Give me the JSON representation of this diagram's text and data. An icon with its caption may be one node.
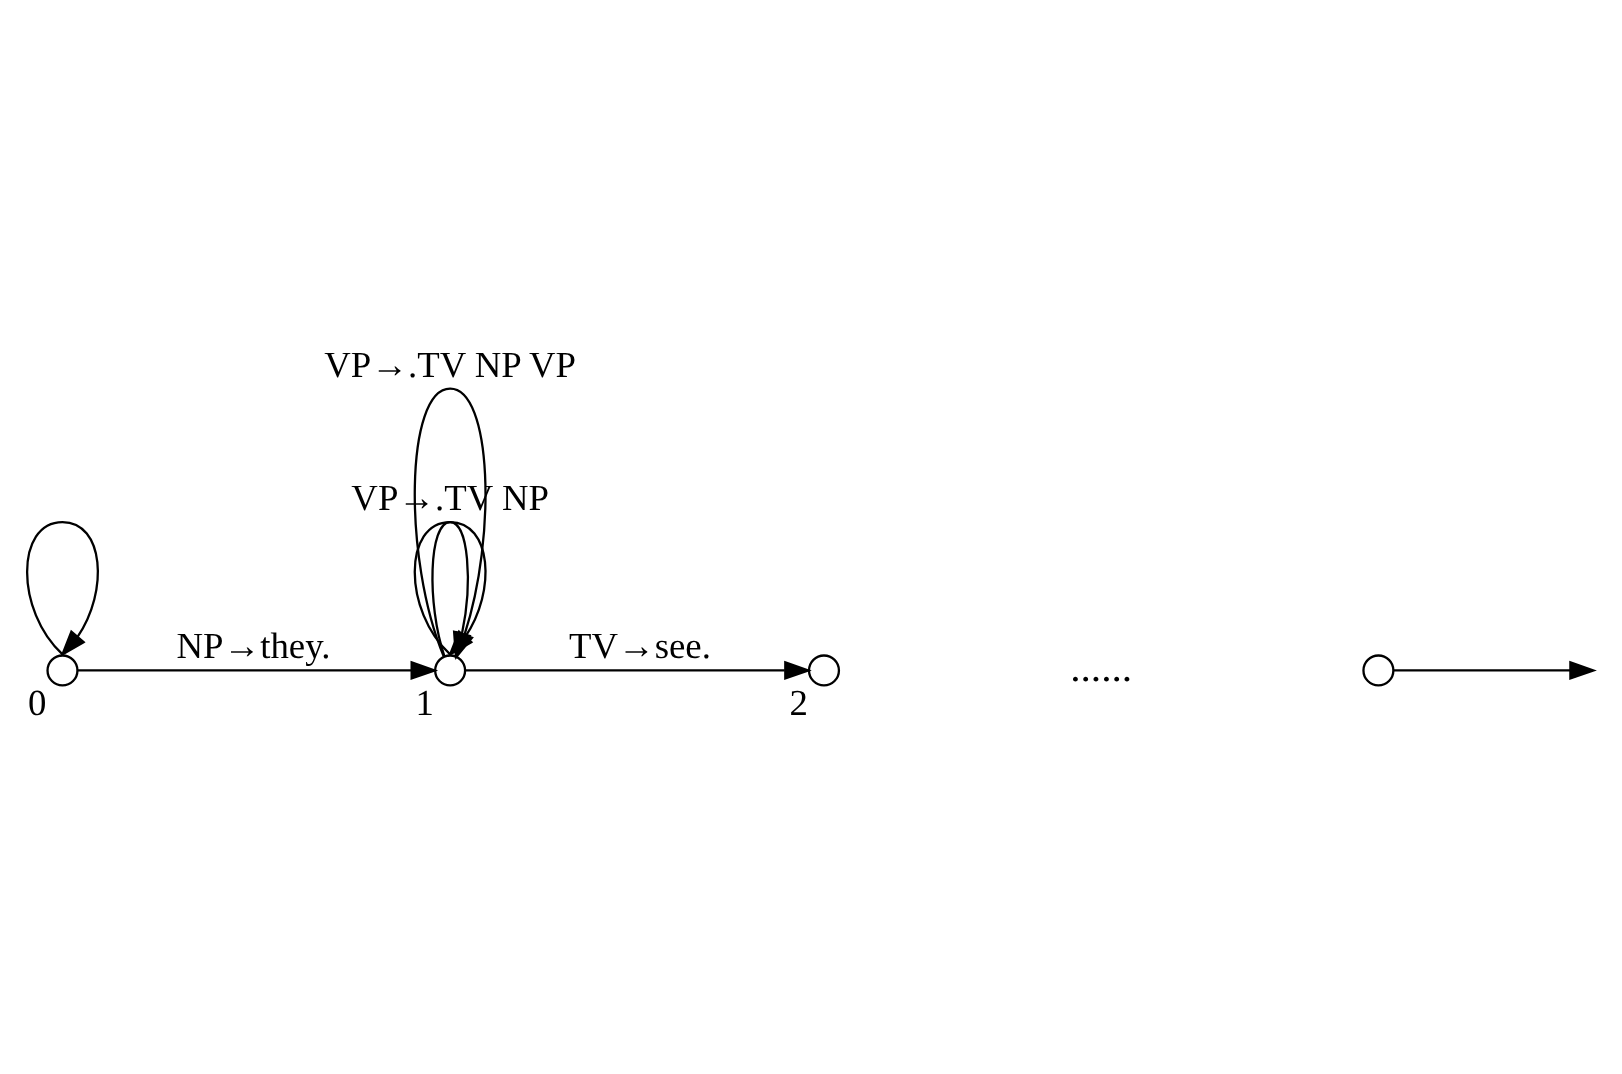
{
  "diagram": {
    "nodes": [
      {
        "text": [],
        "shape": "circle",
        "beside": [
          "0"
        ]
      },
      {
        "text": [],
        "shape": "circle",
        "beside": [
          "1"
        ]
      },
      {
        "text": [],
        "shape": "circle",
        "beside": [
          "2"
        ]
      },
      {
        "text": [],
        "shape": "circle"
      }
    ],
    "edges": [
      {
        "from": 0,
        "to": 0,
        "arrow": "to"
      },
      {
        "from": 0,
        "to": 1,
        "arrow": "to",
        "label": "NP→they."
      },
      {
        "from": 1,
        "to": 1,
        "arrow": "to"
      },
      {
        "from": 1,
        "to": 2,
        "arrow": "to",
        "label": "TV→see."
      },
      {
        "from": 1,
        "to": 1,
        "arrow": "to",
        "label": "VP→.TV NP"
      },
      {
        "from": 1,
        "to": 1,
        "arrow": "to",
        "label": "VP→.TV NP VP"
      },
      {
        "from": 3,
        "to": null,
        "arrow": "to"
      }
    ],
    "labels": [
      "......"
    ]
  }
}
